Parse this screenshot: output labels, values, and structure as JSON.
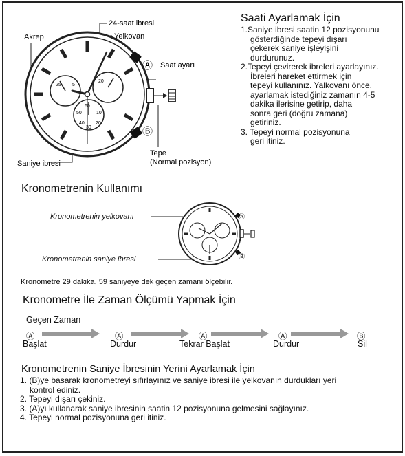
{
  "diagram1": {
    "labels": {
      "hour_hand": "Akrep",
      "hour24_hand": "24-saat ibresi",
      "minute_hand": "Yelkovan",
      "time_setting": "Saat ayarı",
      "crown": "Tepe",
      "crown_position": "(Normal pozisyon)",
      "second_hand": "Saniye ibresi"
    },
    "button_a": "Ⓐ",
    "button_b": "Ⓑ",
    "dial_numbers": [
      "25",
      "5",
      "20",
      "60",
      "10",
      "50",
      "40",
      "30",
      "20"
    ]
  },
  "setting_time": {
    "title": "Saati Ayarlamak İçin",
    "steps": [
      {
        "first": "1.Saniye ibresi saatin 12 pozisyonunu",
        "rest": [
          "gösterdiğinde tepeyi dışarı",
          "çekerek saniye işleyişini",
          "durdurunuz."
        ]
      },
      {
        "first": "2.Tepeyi çevirerek ibreleri ayarlayınız.",
        "rest": [
          "İbreleri hareket ettirmek için",
          "tepeyi kullanınız. Yalkovanı önce,",
          "ayarlamak istediğiniz zamanın 4-5",
          "dakika ilerisine getirip, daha",
          "sonra geri (doğru zamana)",
          "getiriniz."
        ]
      },
      {
        "first": "3. Tepeyi normal pozisyonuna",
        "rest": [
          "geri itiniz."
        ]
      }
    ]
  },
  "chrono_usage": {
    "title": "Kronometrenin Kullanımı",
    "label_minute": "Kronometrenin yelkovanı",
    "label_second": "Kronometrenin saniye ibresi",
    "measure_note": "Kronometre 29 dakika, 59 saniyeye dek geçen zamanı ölçebilir."
  },
  "measuring": {
    "title": "Kronometre İle Zaman Ölçümü Yapmak İçin",
    "elapsed_label": "Geçen Zaman",
    "steps": [
      {
        "button": "Ⓐ",
        "label": "Başlat"
      },
      {
        "button": "Ⓐ",
        "label": "Durdur"
      },
      {
        "button": "Ⓐ",
        "label": "Tekrar Başlat"
      },
      {
        "button": "Ⓐ",
        "label": "Durdur"
      },
      {
        "button": "Ⓑ",
        "label": "Sil"
      }
    ]
  },
  "reset": {
    "title": "Kronometrenin Saniye İbresinin Yerini Ayarlamak İçin",
    "steps": [
      {
        "first": "1. (B)ye basarak kronometreyi sıfırlayınız ve saniye ibresi ile yelkovanın durdukları yeri",
        "rest": [
          "kontrol ediniz."
        ]
      },
      {
        "first": "2. Tepeyi dışarı çekiniz.",
        "rest": []
      },
      {
        "first": "3. (A)yı kullanarak saniye ibresinin saatin 12 pozisyonuna gelmesini sağlayınız.",
        "rest": []
      },
      {
        "first": "4. Tepeyi normal pozisyonuna geri itiniz.",
        "rest": []
      }
    ]
  }
}
